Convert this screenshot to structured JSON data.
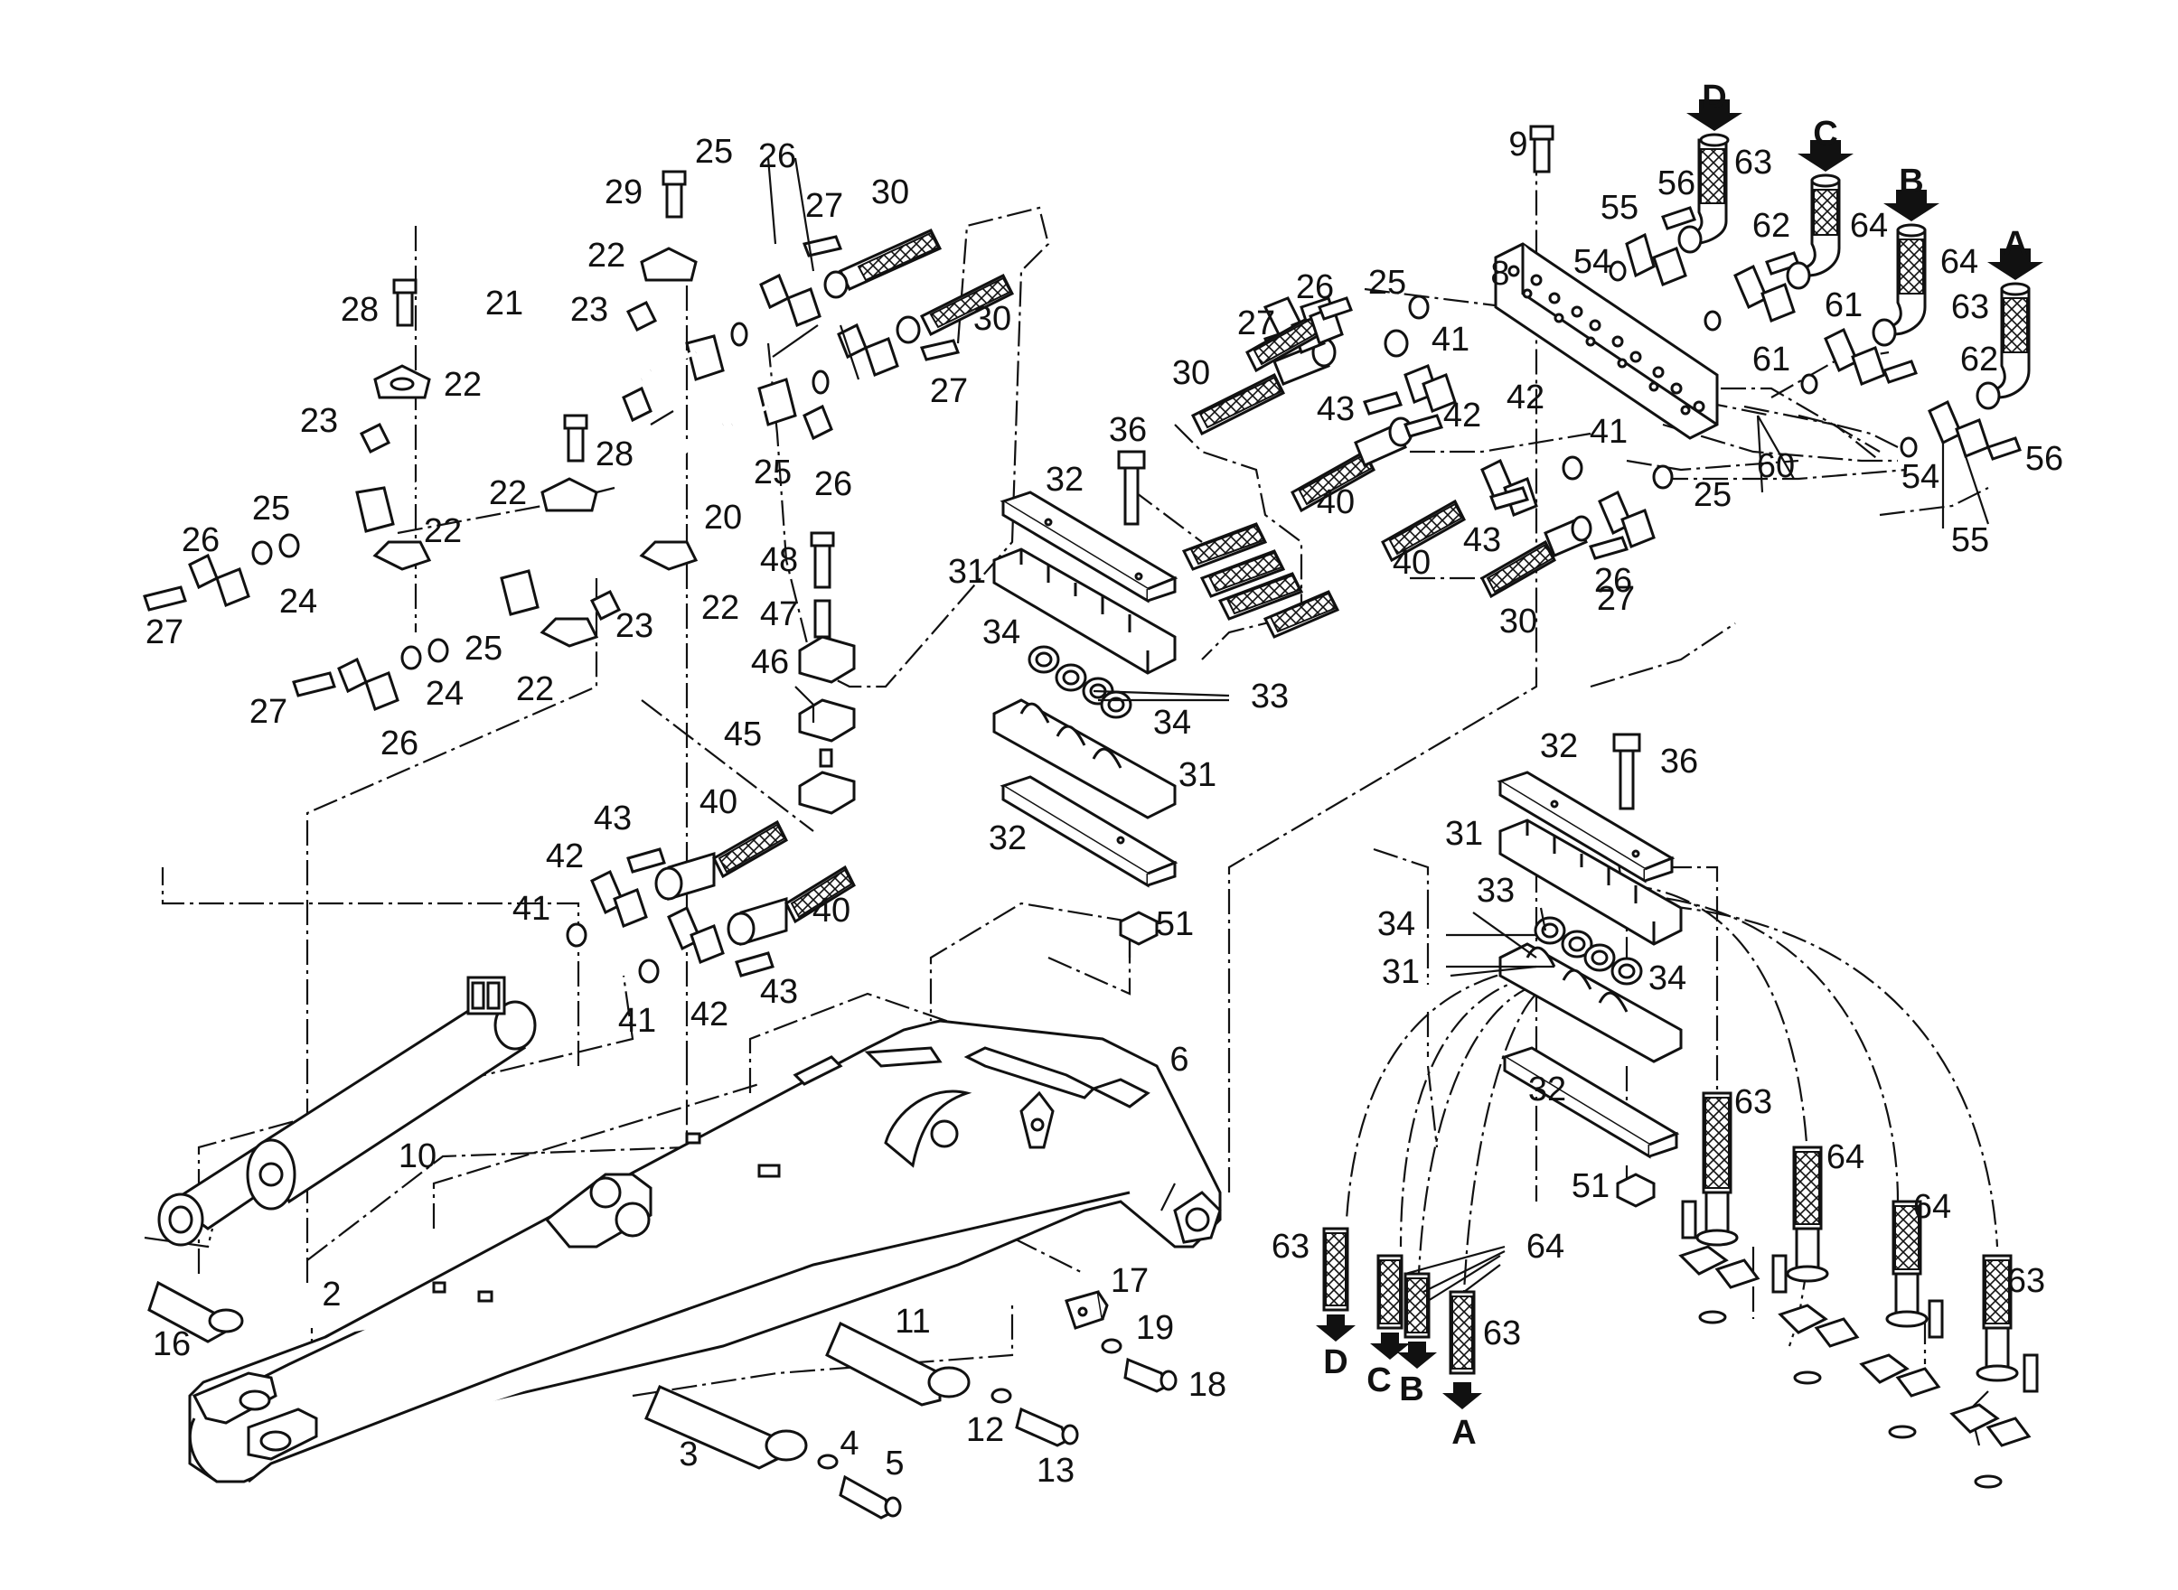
{
  "callouts": [
    {
      "id": "c1",
      "label": "2"
    },
    {
      "id": "c2",
      "label": "3"
    },
    {
      "id": "c3",
      "label": "4"
    },
    {
      "id": "c4",
      "label": "5"
    },
    {
      "id": "c5",
      "label": "6"
    },
    {
      "id": "c6",
      "label": "8"
    },
    {
      "id": "c7",
      "label": "9"
    },
    {
      "id": "c8",
      "label": "10"
    },
    {
      "id": "c9",
      "label": "11"
    },
    {
      "id": "c10",
      "label": "12"
    },
    {
      "id": "c11",
      "label": "13"
    },
    {
      "id": "c12",
      "label": "16"
    },
    {
      "id": "c13",
      "label": "17"
    },
    {
      "id": "c14",
      "label": "18"
    },
    {
      "id": "c15",
      "label": "19"
    },
    {
      "id": "c16",
      "label": "20"
    },
    {
      "id": "c17",
      "label": "21"
    },
    {
      "id": "c18",
      "label": "22"
    },
    {
      "id": "c19",
      "label": "22"
    },
    {
      "id": "c20",
      "label": "22"
    },
    {
      "id": "c21",
      "label": "22"
    },
    {
      "id": "c22",
      "label": "22"
    },
    {
      "id": "c23",
      "label": "22"
    },
    {
      "id": "c24",
      "label": "23"
    },
    {
      "id": "c25",
      "label": "23"
    },
    {
      "id": "c26",
      "label": "23"
    },
    {
      "id": "c27",
      "label": "24"
    },
    {
      "id": "c28",
      "label": "24"
    },
    {
      "id": "c29",
      "label": "25"
    },
    {
      "id": "c30",
      "label": "25"
    },
    {
      "id": "c31",
      "label": "25"
    },
    {
      "id": "c32",
      "label": "25"
    },
    {
      "id": "c33",
      "label": "25"
    },
    {
      "id": "c34",
      "label": "25"
    },
    {
      "id": "c35",
      "label": "26"
    },
    {
      "id": "c36",
      "label": "26"
    },
    {
      "id": "c37",
      "label": "26"
    },
    {
      "id": "c38",
      "label": "26"
    },
    {
      "id": "c39",
      "label": "26"
    },
    {
      "id": "c40",
      "label": "26"
    },
    {
      "id": "c41",
      "label": "27"
    },
    {
      "id": "c42",
      "label": "27"
    },
    {
      "id": "c43",
      "label": "27"
    },
    {
      "id": "c44",
      "label": "27"
    },
    {
      "id": "c45",
      "label": "27"
    },
    {
      "id": "c46",
      "label": "27"
    },
    {
      "id": "c47",
      "label": "28"
    },
    {
      "id": "c48",
      "label": "28"
    },
    {
      "id": "c49",
      "label": "29"
    },
    {
      "id": "c50",
      "label": "30"
    },
    {
      "id": "c51",
      "label": "30"
    },
    {
      "id": "c52",
      "label": "30"
    },
    {
      "id": "c53",
      "label": "30"
    },
    {
      "id": "c54",
      "label": "31"
    },
    {
      "id": "c55",
      "label": "31"
    },
    {
      "id": "c56",
      "label": "31"
    },
    {
      "id": "c57",
      "label": "31"
    },
    {
      "id": "c58",
      "label": "32"
    },
    {
      "id": "c59",
      "label": "32"
    },
    {
      "id": "c60",
      "label": "32"
    },
    {
      "id": "c61",
      "label": "32"
    },
    {
      "id": "c62",
      "label": "33"
    },
    {
      "id": "c63",
      "label": "33"
    },
    {
      "id": "c64",
      "label": "34"
    },
    {
      "id": "c65",
      "label": "34"
    },
    {
      "id": "c66",
      "label": "34"
    },
    {
      "id": "c67",
      "label": "34"
    },
    {
      "id": "c68",
      "label": "36"
    },
    {
      "id": "c69",
      "label": "36"
    },
    {
      "id": "c70",
      "label": "40"
    },
    {
      "id": "c71",
      "label": "40"
    },
    {
      "id": "c72",
      "label": "40"
    },
    {
      "id": "c73",
      "label": "40"
    },
    {
      "id": "c74",
      "label": "41"
    },
    {
      "id": "c75",
      "label": "41"
    },
    {
      "id": "c76",
      "label": "41"
    },
    {
      "id": "c77",
      "label": "41"
    },
    {
      "id": "c78",
      "label": "42"
    },
    {
      "id": "c79",
      "label": "42"
    },
    {
      "id": "c80",
      "label": "42"
    },
    {
      "id": "c81",
      "label": "42"
    },
    {
      "id": "c82",
      "label": "43"
    },
    {
      "id": "c83",
      "label": "43"
    },
    {
      "id": "c84",
      "label": "43"
    },
    {
      "id": "c85",
      "label": "43"
    },
    {
      "id": "c86",
      "label": "45"
    },
    {
      "id": "c87",
      "label": "46"
    },
    {
      "id": "c88",
      "label": "47"
    },
    {
      "id": "c89",
      "label": "48"
    },
    {
      "id": "c90",
      "label": "51"
    },
    {
      "id": "c91",
      "label": "51"
    },
    {
      "id": "c92",
      "label": "54"
    },
    {
      "id": "c93",
      "label": "54"
    },
    {
      "id": "c94",
      "label": "55"
    },
    {
      "id": "c95",
      "label": "55"
    },
    {
      "id": "c96",
      "label": "56"
    },
    {
      "id": "c97",
      "label": "56"
    },
    {
      "id": "c98",
      "label": "60"
    },
    {
      "id": "c99",
      "label": "61"
    },
    {
      "id": "c100",
      "label": "61"
    },
    {
      "id": "c101",
      "label": "62"
    },
    {
      "id": "c102",
      "label": "62"
    },
    {
      "id": "c103",
      "label": "63"
    },
    {
      "id": "c104",
      "label": "63"
    },
    {
      "id": "c105",
      "label": "63"
    },
    {
      "id": "c106",
      "label": "63"
    },
    {
      "id": "c107",
      "label": "63"
    },
    {
      "id": "c108",
      "label": "63"
    },
    {
      "id": "c109",
      "label": "64"
    },
    {
      "id": "c110",
      "label": "64"
    },
    {
      "id": "c111",
      "label": "64"
    },
    {
      "id": "c112",
      "label": "64"
    },
    {
      "id": "c113",
      "label": "64"
    }
  ],
  "connectors": [
    {
      "id": "a1",
      "label": "D"
    },
    {
      "id": "a2",
      "label": "C"
    },
    {
      "id": "a3",
      "label": "B"
    },
    {
      "id": "a4",
      "label": "A"
    },
    {
      "id": "a5",
      "label": "D"
    },
    {
      "id": "a6",
      "label": "C"
    },
    {
      "id": "a7",
      "label": "B"
    },
    {
      "id": "a8",
      "label": "A"
    }
  ]
}
